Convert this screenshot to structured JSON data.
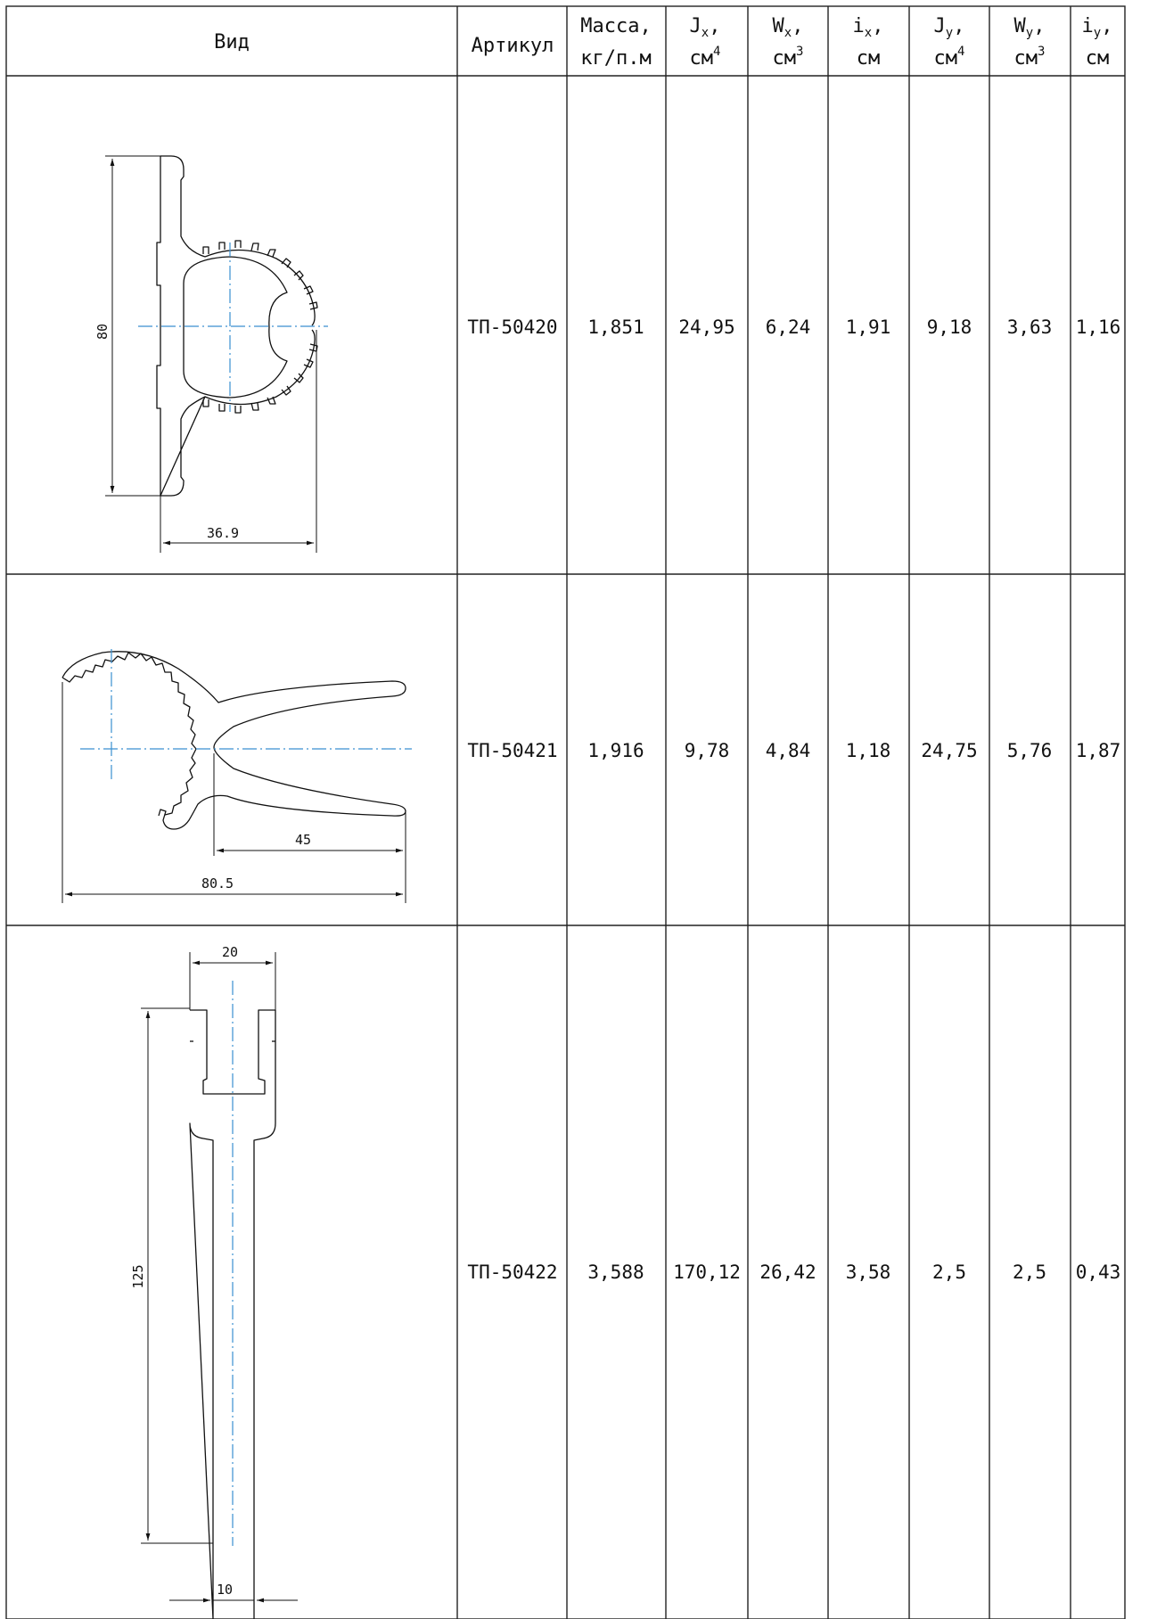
{
  "header": {
    "view": "Вид",
    "article": "Артикул",
    "mass_line1": "Масса,",
    "mass_line2": "кг/п.м",
    "jx": {
      "sym": "J",
      "sub": "x",
      "comma": ",",
      "unit": "см",
      "sup": "4"
    },
    "wx": {
      "sym": "W",
      "sub": "x",
      "comma": ",",
      "unit": "см",
      "sup": "3"
    },
    "ix": {
      "sym": "i",
      "sub": "x",
      "comma": ",",
      "unit": "см",
      "sup": ""
    },
    "jy": {
      "sym": "J",
      "sub": "y",
      "comma": ",",
      "unit": "см",
      "sup": "4"
    },
    "wy": {
      "sym": "W",
      "sub": "y",
      "comma": ",",
      "unit": "см",
      "sup": "3"
    },
    "iy": {
      "sym": "i",
      "sub": "y",
      "comma": ",",
      "unit": "см",
      "sup": ""
    }
  },
  "rows": [
    {
      "article": "ТП-50420",
      "mass": "1,851",
      "jx": "24,95",
      "wx": "6,24",
      "ix": "1,91",
      "jy": "9,18",
      "wy": "3,63",
      "iy": "1,16",
      "dims": {
        "height": "80",
        "width": "36.9"
      }
    },
    {
      "article": "ТП-50421",
      "mass": "1,916",
      "jx": "9,78",
      "wx": "4,84",
      "ix": "1,18",
      "jy": "24,75",
      "wy": "5,76",
      "iy": "1,87",
      "dims": {
        "inner": "45",
        "overall": "80.5"
      }
    },
    {
      "article": "ТП-50422",
      "mass": "3,588",
      "jx": "170,12",
      "wx": "26,42",
      "ix": "3,58",
      "jy": "2,5",
      "wy": "2,5",
      "iy": "0,43",
      "dims": {
        "top": "20",
        "height": "125",
        "stem": "10"
      }
    }
  ],
  "colors": {
    "grid": "#222222",
    "profile": "#111111",
    "axis": "#3a8fd0"
  }
}
